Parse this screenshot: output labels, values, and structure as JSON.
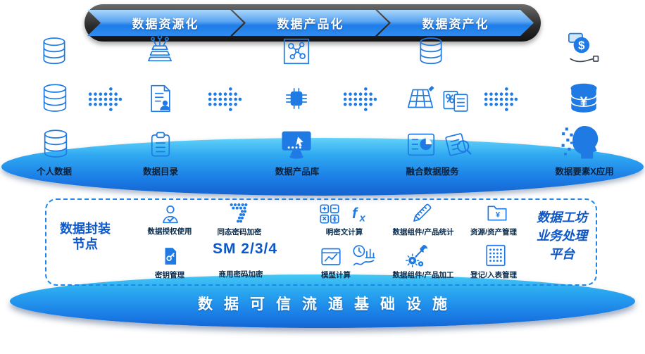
{
  "stages": [
    {
      "label": "数据资源化"
    },
    {
      "label": "数据产品化"
    },
    {
      "label": "数据资产化"
    }
  ],
  "columns": [
    {
      "label": "个人数据"
    },
    {
      "label": "数据目录"
    },
    {
      "label": "数据产品库"
    },
    {
      "label": "融合数据服务"
    },
    {
      "label": "数据要素X应用"
    }
  ],
  "encapsulation": {
    "title_line1": "数据封装",
    "title_line2": "节点",
    "auth_label": "数据授权使用",
    "key_label": "密钥管理",
    "homomorphic_label": "同态密码加密",
    "sm_label": "SM 2/3/4",
    "commercial_label": "商用密码加密"
  },
  "workshop": {
    "title_line1": "数据工坊",
    "title_line2": "业务处理",
    "title_line3": "平台",
    "items": [
      {
        "label": "明密文计算"
      },
      {
        "label": "数据组件/产品统计"
      },
      {
        "label": "资源/资产管理"
      },
      {
        "label": "模型计算"
      },
      {
        "label": "数据组件/产品加工"
      },
      {
        "label": "登记/入表管理"
      }
    ]
  },
  "foundation": {
    "label": "数据可信流通基础设施"
  },
  "icons": {
    "names": [
      "database-icon",
      "dotted-arrow-icon",
      "data-aggregation-icon",
      "document-user-icon",
      "clipboard-icon",
      "molecule-box-icon",
      "chip-icon",
      "monitor-icon",
      "perspective-grid-icon",
      "documents-percent-icon",
      "dashboard-pie-icon",
      "document-search-icon",
      "money-bag-hand-icon",
      "database-yuan-icon",
      "digital-head-icon",
      "person-check-icon",
      "key-document-icon",
      "dotted-seven-icon",
      "calculator-icon",
      "fx-icon",
      "ruler-pen-icon",
      "folder-yuan-icon",
      "box-chart-icon",
      "clock-chart-icon",
      "wrench-gear-icon",
      "dot-grid-icon"
    ]
  },
  "colors": {
    "icon_blue": "#1f7ae4",
    "deep_blue": "#0e57c8",
    "label_dark": "#07203b",
    "banner_dark": "#2e2e2e",
    "arrow_top": "#aad7fb",
    "arrow_bottom": "#1e7ce8",
    "platform_top": "#62d2f8",
    "platform_bottom": "#1565d2",
    "foundation_text": "#ffffff"
  }
}
